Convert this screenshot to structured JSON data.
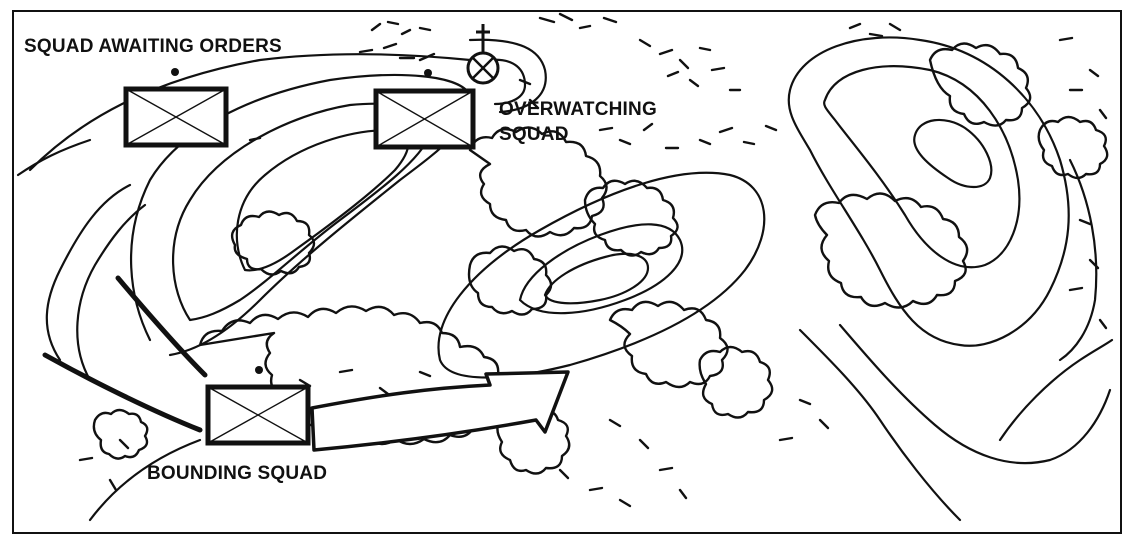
{
  "labels": {
    "awaiting": "SQUAD AWAITING ORDERS",
    "overwatch_line1": "OVERWATCHING",
    "overwatch_line2": "SQUAD",
    "bounding": "BOUNDING SQUAD"
  },
  "symbols": {
    "unit_icon": "infantry-squad-icon",
    "observation_icon": "observation-post-icon"
  }
}
